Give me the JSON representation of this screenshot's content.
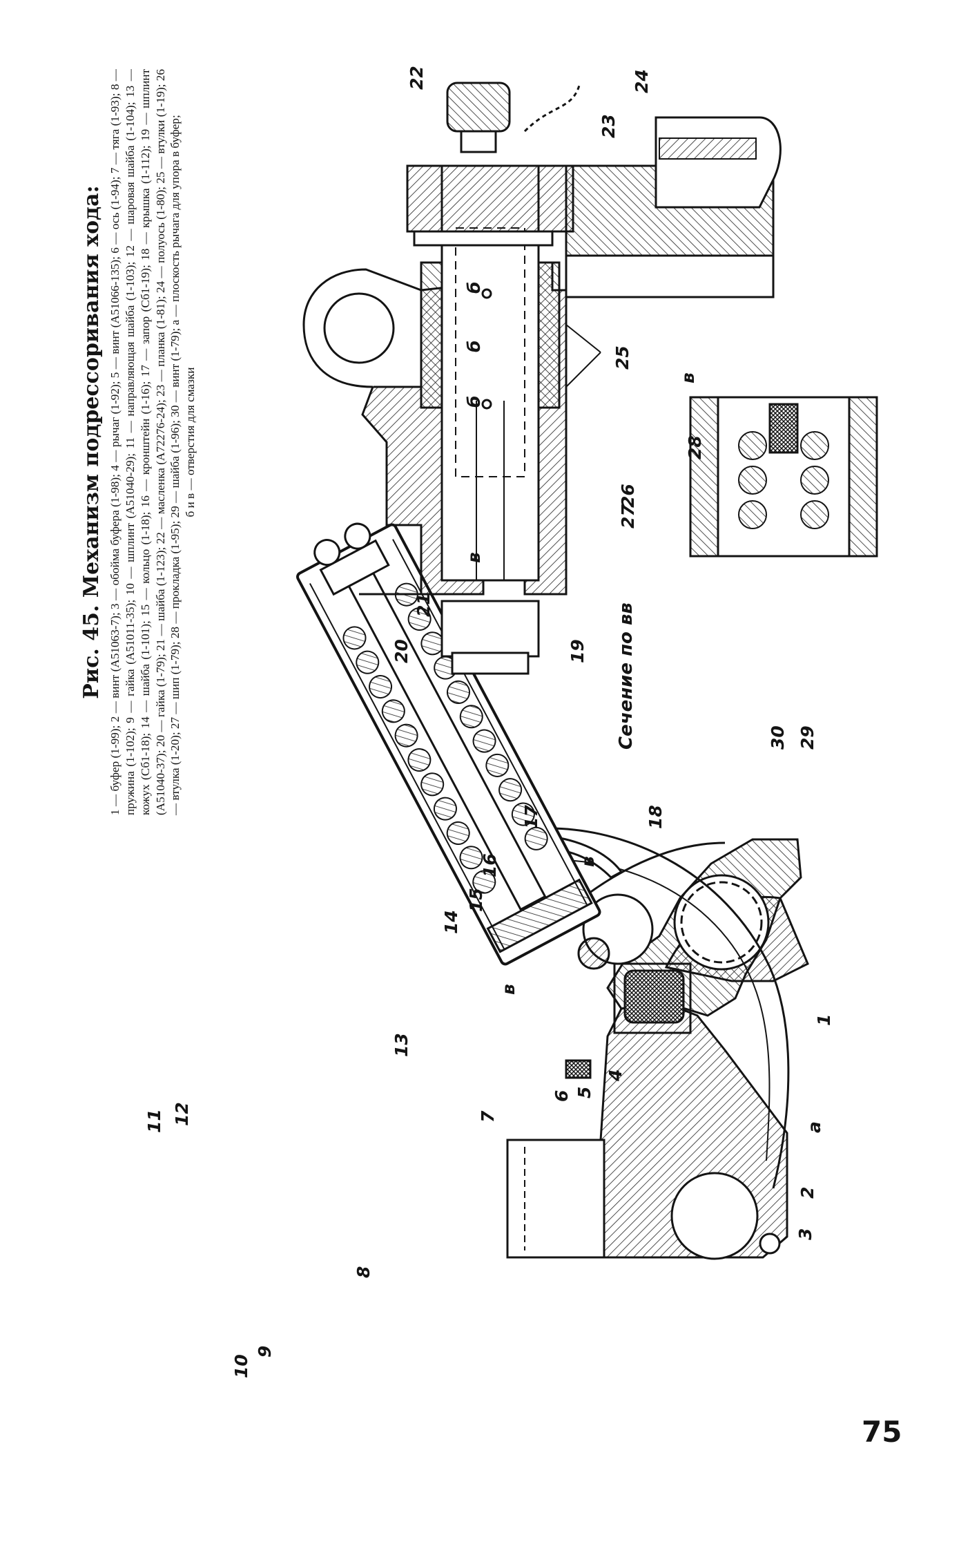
{
  "figure": {
    "title": "Рис. 45. Механизм подрессоривания хода:",
    "legend": "1 — буфер (1-99); 2 — винт (А51063-7); 3 — обойма буфера (1-98); 4 — рычаг (1-92); 5 — винт (А51066-135); 6 — ось (1-94); 7 — тяга (1-93); 8 — пружина (1-102); 9 — гайка (А51011-35); 10 — шплинт (А51040-29); 11 — направляющая шайба (1-103); 12 — шаровая шайба (1-104); 13 — кожух (Сб1-18); 14 — шайба (1-101); 15 — кольцо (1-18); 16 — кронштейн (1-16); 17 — запор (Сб1-19); 18 — крышка (1-112); 19 — шплинт (А51040-37); 20 — гайка (1-79); 21 — шайба (1-123); 22 — масленка (А72276-24); 23 — планка (1-81); 24 — полуось (1-80); 25 — втулки (1-19); 26 — втулка (1-20); 27 — шип (1-79); 28 — прокладка (1-95); 29 — шайба (1-96); 30 — винт (1-79); а — плоскость рычага для упора в буфер;",
    "legend_end": "б и в — отверстия для смазки"
  },
  "labels": {
    "l1": "1",
    "l2": "2",
    "l3": "3",
    "l4": "4",
    "l5": "5",
    "l6": "6",
    "l7": "7",
    "l8": "8",
    "l9": "9",
    "l10": "10",
    "l11": "11",
    "l12": "12",
    "l13": "13",
    "l14": "14",
    "l15": "15",
    "l16": "16",
    "l17": "17",
    "l18": "18",
    "l19": "19",
    "l20": "20",
    "l21": "21",
    "l22": "22",
    "l23": "23",
    "l24": "24",
    "l25": "25",
    "l26": "26",
    "l27": "27",
    "l28": "28",
    "l29": "29",
    "l30": "30",
    "la": "а",
    "lb1": "б",
    "lb2": "б",
    "lb3": "б",
    "lv1": "в",
    "lv2": "в",
    "lv3": "в",
    "lv4": "в"
  },
  "section_label": "Сечение по вв",
  "page_number": "75"
}
